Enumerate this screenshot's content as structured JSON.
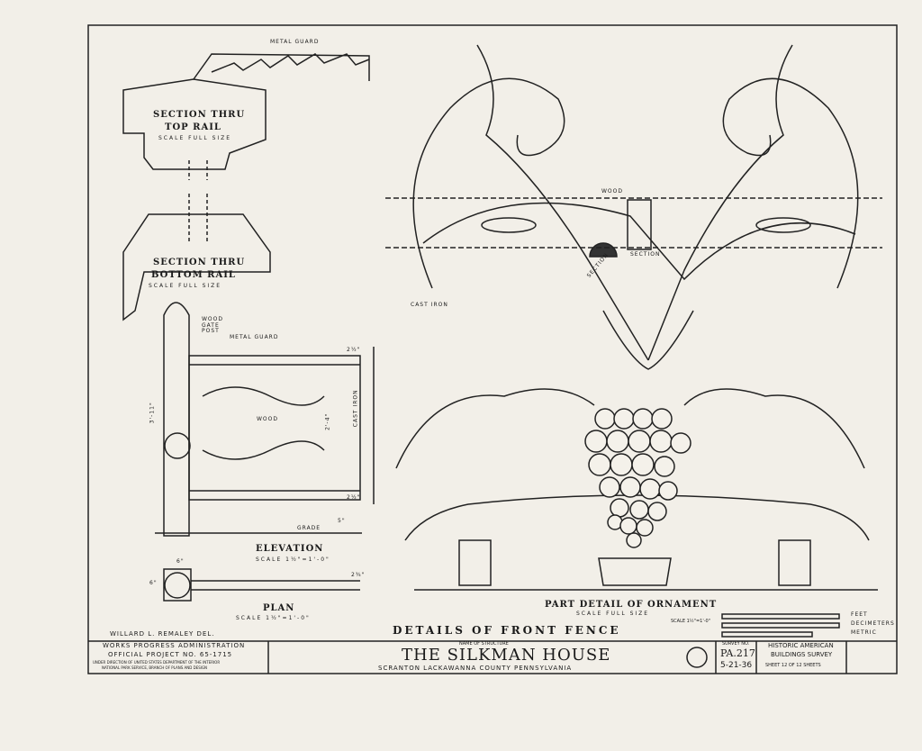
{
  "drawing": {
    "section_top": {
      "title_1": "SECTION THRU",
      "title_2": "TOP RAIL",
      "scale": "SCALE FULL SIZE",
      "metal_guard": "METAL GUARD"
    },
    "section_bottom": {
      "title_1": "SECTION THRU",
      "title_2": "BOTTOM RAIL",
      "scale": "SCALE FULL SIZE"
    },
    "elevation": {
      "title": "ELEVATION",
      "scale": "SCALE 1½\"=1'-0\"",
      "wood_gate_post": "WOOD GATE POST",
      "metal_guard": "METAL GUARD",
      "wood": "WOOD",
      "cast_iron": "CAST IRON",
      "height_dim": "3'-11\"",
      "panel_dim": "2'-4\"",
      "grade": "GRADE",
      "dim_top": "2½\"",
      "dim_bottom": "2½\"",
      "dim_base": "5\""
    },
    "plan": {
      "title": "PLAN",
      "scale": "SCALE 1½\"=1'-0\"",
      "dim_w": "6\"",
      "dim_h": "6\"",
      "dim_r": "2¾\""
    },
    "ornament": {
      "title": "PART DETAIL OF ORNAMENT",
      "scale": "SCALE FULL SIZE",
      "wood": "WOOD",
      "section_1": "SECTION",
      "section_2": "SECTION",
      "cast_iron": "CAST IRON"
    },
    "scale_bar": {
      "label": "SCALE 1½\"=1'-0\"",
      "feet": "FEET",
      "decimeters": "DECIMETERS",
      "metric": "METRIC"
    },
    "sheet_title": "DETAILS OF FRONT FENCE",
    "delineator": "WILLARD L. REMALEY DEL."
  },
  "title_block": {
    "agency_1": "WORKS PROGRESS ADMINISTRATION",
    "agency_2": "OFFICIAL PROJECT NO. 65-1715",
    "agency_3": "UNDER DIRECTION OF UNITED STATES DEPARTMENT OF THE INTERIOR",
    "agency_4": "NATIONAL PARK SERVICE, BRANCH OF PLANS AND DESIGN",
    "structure_label": "NAME OF STRUCTURE",
    "structure_name": "THE SILKMAN HOUSE",
    "location": "SCRANTON   LACKAWANNA   COUNTY   PENNSYLVANIA",
    "survey_label": "SURVEY NO.",
    "survey_no": "PA.217",
    "date": "5-21-36",
    "program_1": "HISTORIC AMERICAN",
    "program_2": "BUILDINGS SURVEY",
    "sheet": "SHEET 12 OF 12 SHEETS"
  }
}
